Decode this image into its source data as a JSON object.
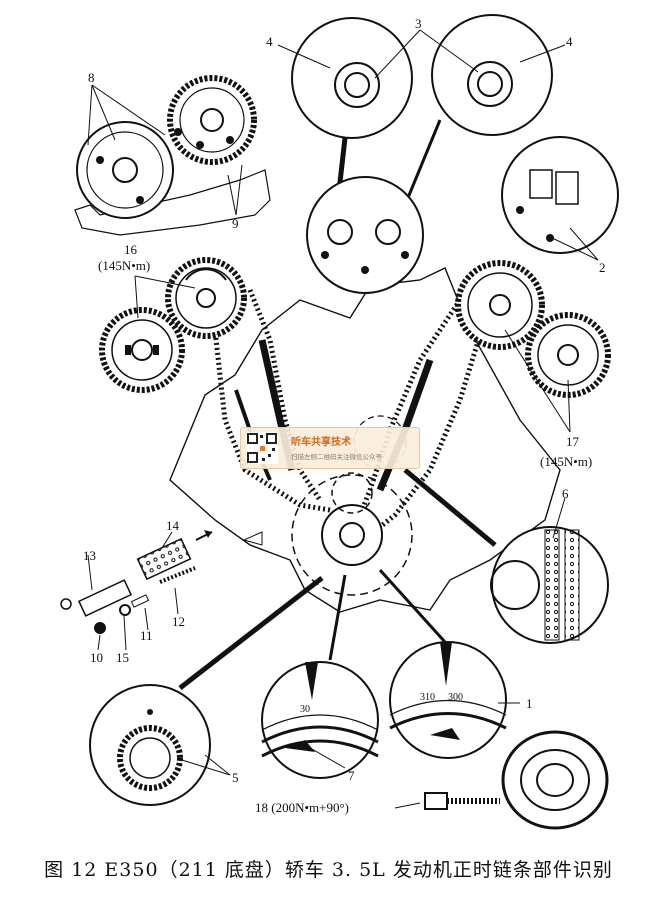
{
  "caption": "图 12   E350（211 底盘）轿车 3. 5L 发动机正时链条部件识别",
  "labels": {
    "l1": "1",
    "l2": "2",
    "l3": "3",
    "l4a": "4",
    "l4b": "4",
    "l5": "5",
    "l6": "6",
    "l7": "7",
    "l8": "8",
    "l9": "9",
    "l10": "10",
    "l11": "11",
    "l12": "12",
    "l13": "13",
    "l14": "14",
    "l15": "15",
    "l16": "16",
    "l16t": "(145N•m)",
    "l17": "17",
    "l17t": "(145N•m)",
    "l18": "18  (200N•m+90°)"
  },
  "marks": {
    "m30": "30",
    "m310": "310",
    "m300": "300"
  },
  "watermark": {
    "title": "听车共享技术",
    "subtitle": "扫描左侧二维码关注微信公众号"
  }
}
